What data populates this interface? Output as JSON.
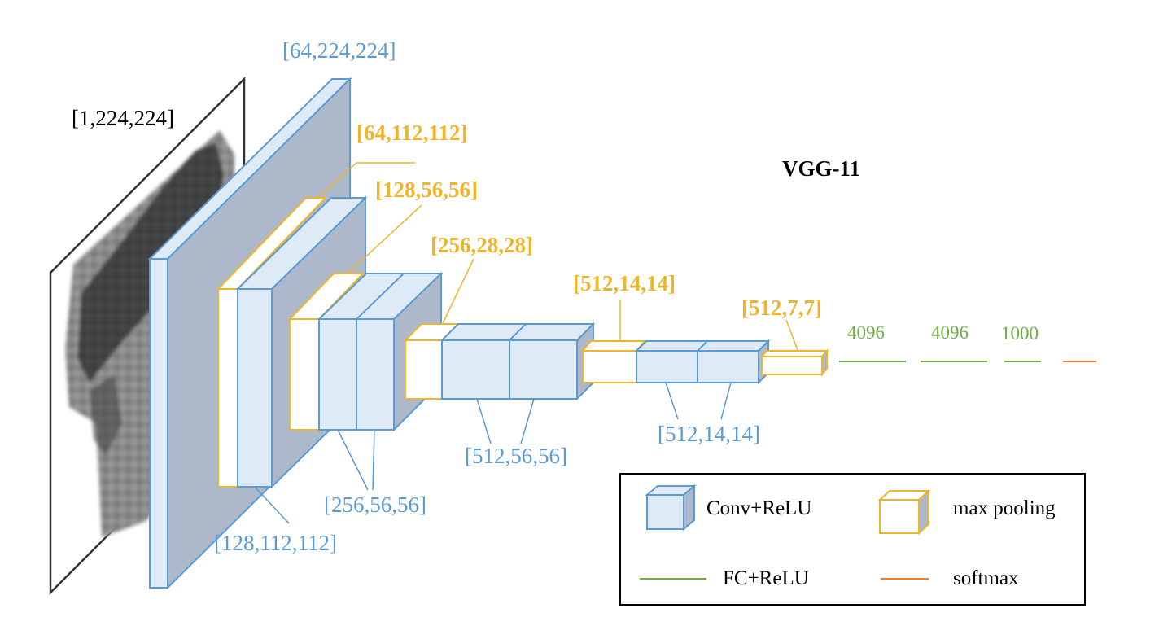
{
  "title": "VGG-11",
  "input_label": "[1,224,224]",
  "conv_labels": {
    "c1": "[64,224,224]",
    "c2": "[128,112,112]",
    "c3": "[256,56,56]",
    "c4": "[512,56,56]",
    "c5": "[512,14,14]"
  },
  "pool_labels": {
    "p1": "[64,112,112]",
    "p2": "[128,56,56]",
    "p3": "[256,28,28]",
    "p4": "[512,14,14]",
    "p5": "[512,7,7]"
  },
  "fc_labels": [
    "4096",
    "4096",
    "1000"
  ],
  "legend": {
    "conv": "Conv+ReLU",
    "pool": "max pooling",
    "fc": "FC+ReLU",
    "softmax": "softmax"
  },
  "colors": {
    "conv_stroke": "#5b9bd5",
    "conv_fill": "#deebf7",
    "conv_side": "#adb9ca",
    "pool_stroke": "#f0b429",
    "fc": "#70ad47",
    "softmax": "#ed7d31"
  }
}
